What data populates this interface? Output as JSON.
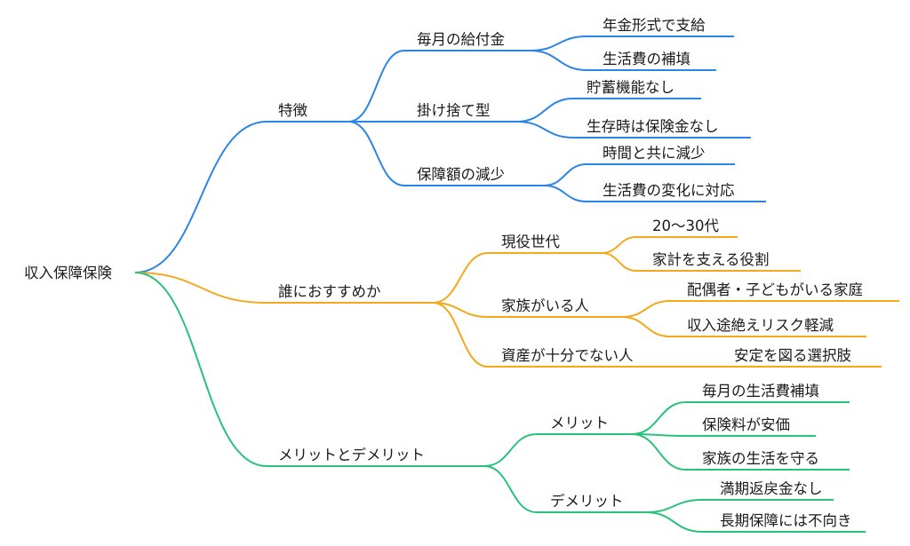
{
  "colors": {
    "blue": "#2b84e8",
    "orange": "#f3a81d",
    "green": "#29c27a"
  },
  "root": {
    "label": "収入保障保険"
  },
  "branches": [
    {
      "label": "特徴",
      "children": [
        {
          "label": "毎月の給付金",
          "children": [
            {
              "label": "年金形式で支給"
            },
            {
              "label": "生活費の補填"
            }
          ]
        },
        {
          "label": "掛け捨て型",
          "children": [
            {
              "label": "貯蓄機能なし"
            },
            {
              "label": "生存時は保険金なし"
            }
          ]
        },
        {
          "label": "保障額の減少",
          "children": [
            {
              "label": "時間と共に減少"
            },
            {
              "label": "生活費の変化に対応"
            }
          ]
        }
      ]
    },
    {
      "label": "誰におすすめか",
      "children": [
        {
          "label": "現役世代",
          "children": [
            {
              "label": "20〜30代"
            },
            {
              "label": "家計を支える役割"
            }
          ]
        },
        {
          "label": "家族がいる人",
          "children": [
            {
              "label": "配偶者・子どもがいる家庭"
            },
            {
              "label": "収入途絶えリスク軽減"
            }
          ]
        },
        {
          "label": "資産が十分でない人",
          "children": [
            {
              "label": "安定を図る選択肢"
            }
          ]
        }
      ]
    },
    {
      "label": "メリットとデメリット",
      "children": [
        {
          "label": "メリット",
          "children": [
            {
              "label": "毎月の生活費補填"
            },
            {
              "label": "保険料が安価"
            },
            {
              "label": "家族の生活を守る"
            }
          ]
        },
        {
          "label": "デメリット",
          "children": [
            {
              "label": "満期返戻金なし"
            },
            {
              "label": "長期保障には不向き"
            }
          ]
        }
      ]
    }
  ]
}
